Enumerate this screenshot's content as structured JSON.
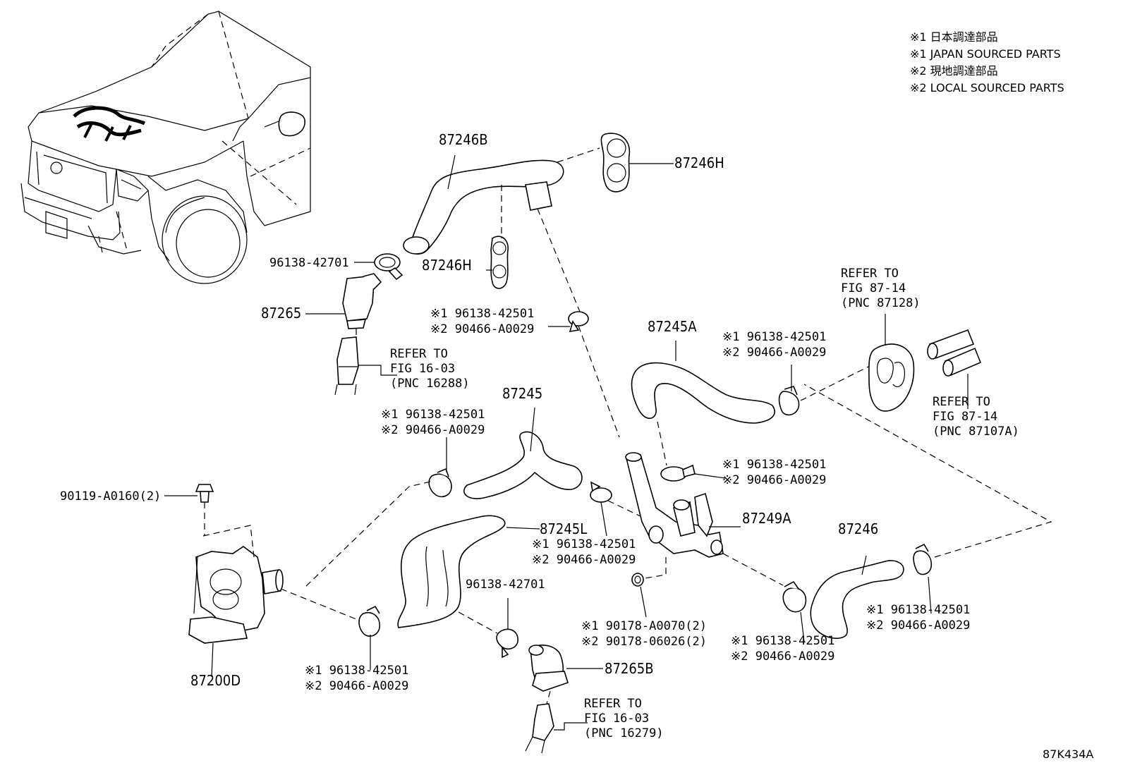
{
  "legend": [
    "※1 日本調達部品",
    "※1 JAPAN SOURCED PARTS",
    "※2 現地調達部品",
    "※2 LOCAL SOURCED PARTS"
  ],
  "figure_code": "87K434A",
  "part_labels": {
    "hose_87246B": "87246B",
    "clamp_87246H_top": "87246H",
    "clamp_87246H_mid": "87246H",
    "clamp_96138_42701_top": "96138-42701",
    "sensor_87265": "87265",
    "hose_87245A": "87245A",
    "hose_87245": "87245",
    "bolt_90119": "90119-A0160(2)",
    "hose_87245L": "87245L",
    "pipe_87249A": "87249A",
    "hose_87246": "87246",
    "pump_87200D": "87200D",
    "clamp_96138_42701_bottom": "96138-42701",
    "sensor_87265B": "87265B"
  },
  "clamp_callouts": [
    {
      "line1": "※1 96138-42501",
      "line2": "※2 90466-A0029"
    },
    {
      "line1": "※1 96138-42501",
      "line2": "※2 90466-A0029"
    },
    {
      "line1": "※1 96138-42501",
      "line2": "※2 90466-A0029"
    },
    {
      "line1": "※1 96138-42501",
      "line2": "※2 90466-A0029"
    },
    {
      "line1": "※1 96138-42501",
      "line2": "※2 90466-A0029"
    },
    {
      "line1": "※1 96138-42501",
      "line2": "※2 90466-A0029"
    },
    {
      "line1": "※1 96138-42501",
      "line2": "※2 90466-A0029"
    },
    {
      "line1": "※1 96138-42501",
      "line2": "※2 90466-A0029"
    }
  ],
  "gasket_callout": {
    "line1": "※1 90178-A0070(2)",
    "line2": "※2 90178-06026(2)"
  },
  "references": [
    {
      "line1": "REFER TO",
      "line2": "FIG 16-03",
      "line3": "(PNC 16288)"
    },
    {
      "line1": "REFER TO",
      "line2": "FIG 87-14",
      "line3": "(PNC 87128)"
    },
    {
      "line1": "REFER TO",
      "line2": "FIG 87-14",
      "line3": "(PNC 87107A)"
    },
    {
      "line1": "REFER TO",
      "line2": "FIG 16-03",
      "line3": "(PNC 16279)"
    }
  ]
}
